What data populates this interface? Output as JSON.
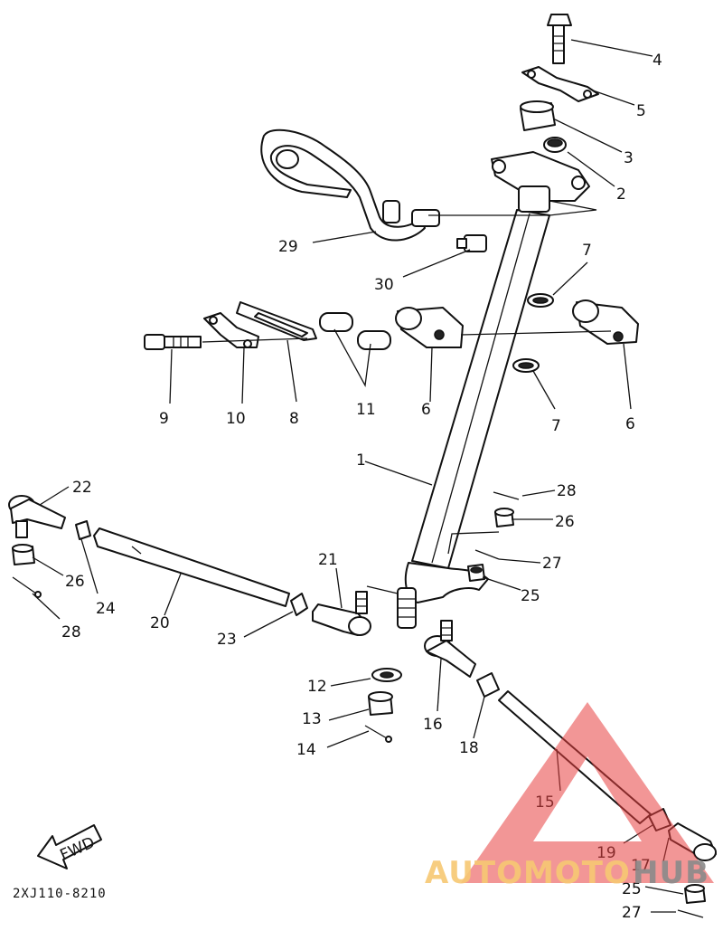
{
  "callouts": [
    {
      "id": "c4",
      "text": "4"
    },
    {
      "id": "c5",
      "text": "5"
    },
    {
      "id": "c3",
      "text": "3"
    },
    {
      "id": "c2",
      "text": "2"
    },
    {
      "id": "c29",
      "text": "29"
    },
    {
      "id": "c30",
      "text": "30"
    },
    {
      "id": "c7a",
      "text": "7"
    },
    {
      "id": "c9",
      "text": "9"
    },
    {
      "id": "c10",
      "text": "10"
    },
    {
      "id": "c8",
      "text": "8"
    },
    {
      "id": "c11",
      "text": "11"
    },
    {
      "id": "c6a",
      "text": "6"
    },
    {
      "id": "c7b",
      "text": "7"
    },
    {
      "id": "c6b",
      "text": "6"
    },
    {
      "id": "c1",
      "text": "1"
    },
    {
      "id": "c22",
      "text": "22"
    },
    {
      "id": "c28a",
      "text": "28"
    },
    {
      "id": "c26a",
      "text": "26"
    },
    {
      "id": "c26b",
      "text": "26"
    },
    {
      "id": "c24",
      "text": "24"
    },
    {
      "id": "c28b",
      "text": "28"
    },
    {
      "id": "c20",
      "text": "20"
    },
    {
      "id": "c27a",
      "text": "27"
    },
    {
      "id": "c21",
      "text": "21"
    },
    {
      "id": "c25a",
      "text": "25"
    },
    {
      "id": "c23",
      "text": "23"
    },
    {
      "id": "c12",
      "text": "12"
    },
    {
      "id": "c13",
      "text": "13"
    },
    {
      "id": "c16",
      "text": "16"
    },
    {
      "id": "c14",
      "text": "14"
    },
    {
      "id": "c18",
      "text": "18"
    },
    {
      "id": "c15",
      "text": "15"
    },
    {
      "id": "c19",
      "text": "19"
    },
    {
      "id": "c17",
      "text": "17"
    },
    {
      "id": "c25b",
      "text": "25"
    },
    {
      "id": "c27b",
      "text": "27"
    }
  ],
  "fwd_label": "FWD",
  "diagram_code": "2XJ110-8210",
  "watermark": {
    "text_a": "AUTOMOTO",
    "text_b": "HUB",
    "color_a": "#f7c873",
    "color_b": "#8a8a8a",
    "triangle_color": "#e8403f"
  }
}
